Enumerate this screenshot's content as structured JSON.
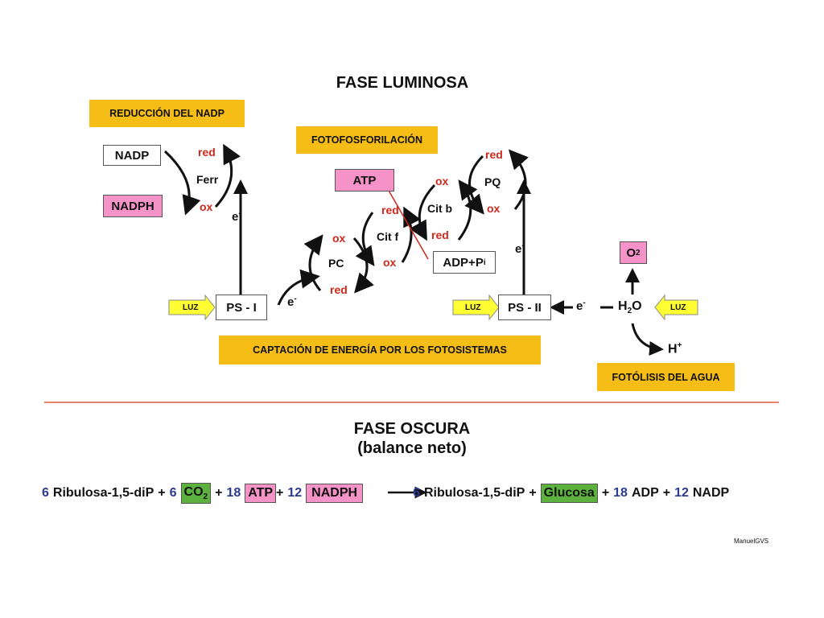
{
  "titles": {
    "fase_luminosa": "FASE LUMINOSA",
    "fase_oscura": "FASE OSCURA",
    "balance": "(balance neto)"
  },
  "boxes": {
    "reduccion_nadp": "REDUCCIÓN DEL NADP",
    "fotofosforilacion": "FOTOFOSFORILACIÓN",
    "captacion": "CAPTACIÓN DE ENERGÍA POR LOS FOTOSISTEMAS",
    "fotolisis": "FOTÓLISIS DEL AGUA"
  },
  "molecules": {
    "nadp": "NADP",
    "nadph": "NADPH",
    "atp": "ATP",
    "adp_pi": "ADP+P",
    "adp_pi_sub": "i",
    "o2": "O",
    "o2_sub": "2",
    "h2o_h": "H",
    "h2o_sub": "2",
    "h2o_o": "O",
    "h": "H",
    "h_sup": "+"
  },
  "carriers": {
    "ferr": "Ferr",
    "pc": "PC",
    "cit_f": "Cit f",
    "cit_b": "Cit b",
    "pq": "PQ",
    "ps1": "PS - I",
    "ps2": "PS - II"
  },
  "states": {
    "red": "red",
    "ox": "ox"
  },
  "electron": {
    "e": "e",
    "sup": "-"
  },
  "luz": "LUZ",
  "equation": {
    "n6": "6",
    "ribulosa": "Ribulosa-1,5-diP",
    "plus": "+",
    "co2": "CO",
    "co2_sub": "2",
    "n18": "18",
    "atp": "ATP",
    "n12": "12",
    "nadph": "NADPH",
    "glucosa": "Glucosa",
    "adp": "ADP",
    "nadp": "NADP"
  },
  "credit": "ManuelGVS",
  "colors": {
    "yellow_box": "#f6bd16",
    "pink": "#f592c8",
    "green": "#5cb13f",
    "red_text": "#d0281c",
    "blue_num": "#2b3a8f",
    "divider": "#e05a3a",
    "luz_arrow": "#ffff33"
  }
}
